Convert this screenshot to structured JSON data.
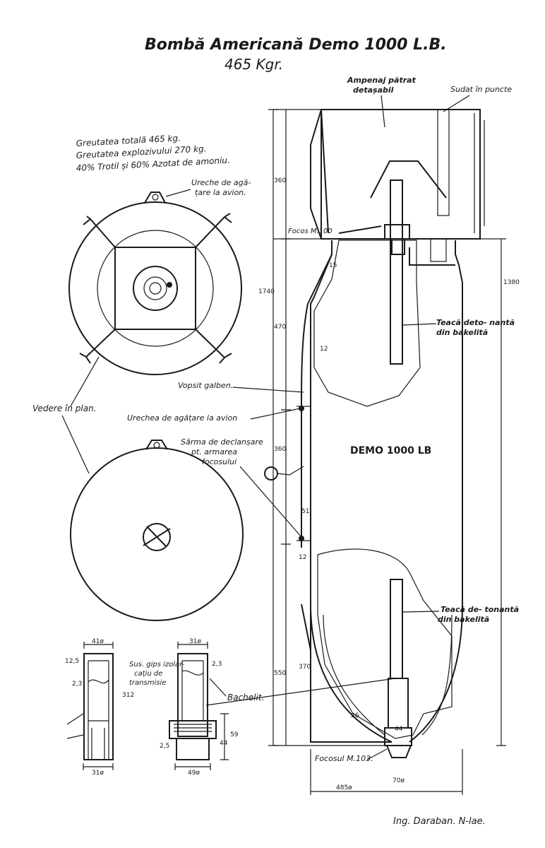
{
  "title": "Bombă Americană Demo 1000 L.B.",
  "subtitle": "465 Kgr.",
  "specs": {
    "line1": "Greutatea totală 465 kg.",
    "line2": "Greutatea explozivului 270 kg.",
    "line3": "40% Trotil și 60% Azotat de amoniu."
  },
  "labels": {
    "top_ear": "Ureche de agă-",
    "top_ear2": "țare la avion.",
    "plan_view": "Vedere în plan.",
    "hook_ear": "Urechea de agățare la avion",
    "wire1": "Sârma de declanșare",
    "wire2": "pt. armarea",
    "wire3": "focosului",
    "painted": "Vopsit galben.",
    "empennage1": "Ampenaj pătrat",
    "empennage2": "detașabil",
    "weld": "Sudat în puncte",
    "fuze_top": "Focos M.100",
    "sheath_top1": "Teacă deto- nantă",
    "sheath_top2": "din bakelită",
    "sheath_bot1": "Teacă de- tonantă",
    "sheath_bot2": "din bakelită",
    "body_marking": "DEMO 1000 LB",
    "sus_plaster1": "Sus. gips izolar-",
    "sus_plaster2": "cațiu de",
    "sus_plaster3": "transmisie",
    "bakelite": "Bachelit.",
    "fuze_bottom": "Focosul M.103.",
    "author": "Ing. Daraban. N-lae."
  },
  "dimensions": {
    "d360_top": "360",
    "d1740": "1740",
    "d470": "470",
    "d360_mid": "360",
    "d550": "550",
    "d1380": "1380",
    "d485": "485ø",
    "d15": "15",
    "d12a": "12",
    "d51": "51",
    "d12b": "12",
    "d370": "370",
    "d26": "26",
    "d44": "44",
    "d70": "70ø",
    "d41": "41ø",
    "d31a": "31ø",
    "d31b": "31ø",
    "d49": "49ø",
    "d125": "12,5",
    "d23a": "2,3",
    "d23b": "2,3",
    "d312": "312",
    "d25": "2,5",
    "d59": "59",
    "d44b": "44"
  }
}
